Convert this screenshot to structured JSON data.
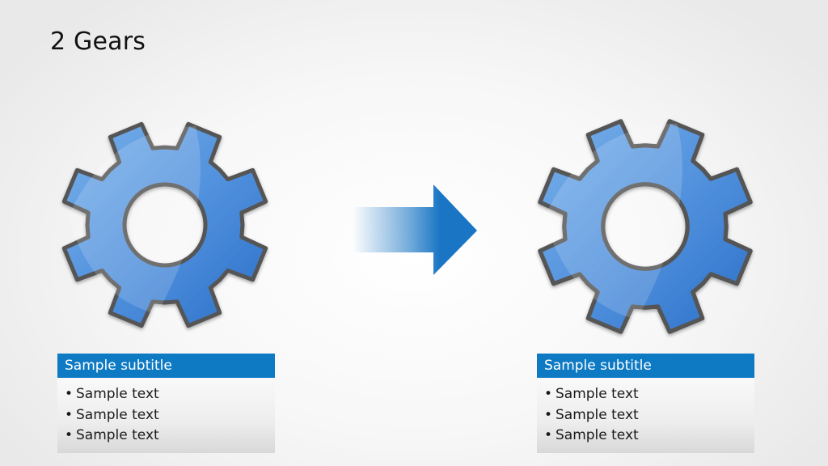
{
  "slide": {
    "title": "2 Gears"
  },
  "colors": {
    "gear_fill_light": "#6aa6e4",
    "gear_fill_dark": "#2f78cf",
    "gear_outline": "#555555",
    "arrow": "#1a76c4",
    "card_header": "#0e7ac4"
  },
  "icons": {
    "left_gear": "gear-icon",
    "right_gear": "gear-icon",
    "center_arrow": "right-arrow-icon"
  },
  "cards": [
    {
      "subtitle": "Sample subtitle",
      "bullet": "•",
      "items": [
        "Sample text",
        "Sample text",
        "Sample text"
      ]
    },
    {
      "subtitle": "Sample subtitle",
      "bullet": "•",
      "items": [
        "Sample text",
        "Sample text",
        "Sample text"
      ]
    }
  ]
}
